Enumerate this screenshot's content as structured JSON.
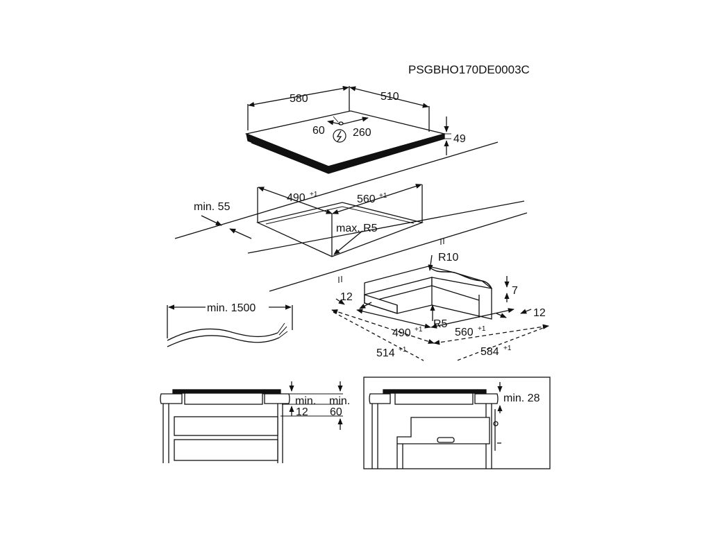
{
  "figure": {
    "code": "PSGBHO170DE0003C",
    "hob": {
      "width": "580",
      "depth": "510",
      "height": "49",
      "cable_a": "60",
      "cable_b": "260"
    },
    "cutout": {
      "min_edge": "min. 55",
      "width": "490",
      "width_tol": "+1",
      "depth": "560",
      "depth_tol": "+1",
      "radius": "max. R5"
    },
    "cable_length": "min. 1500",
    "seal_detail": {
      "r_outer": "R10",
      "r_inner": "R5",
      "thickness": "7",
      "edge_left": "12",
      "edge_right": "12",
      "width": "490",
      "width_tol": "+1",
      "depth": "560",
      "depth_tol": "+1",
      "outer_width": "514",
      "outer_width_tol": "+1",
      "outer_depth": "584",
      "outer_depth_tol": "+1"
    },
    "install_drawer": {
      "min_label_1": "min.",
      "min_value_1": "12",
      "min_label_2": "min.",
      "min_value_2": "60"
    },
    "install_oven": {
      "min_label": "min. 28"
    },
    "colors": {
      "line": "#111111",
      "background": "#ffffff"
    }
  }
}
